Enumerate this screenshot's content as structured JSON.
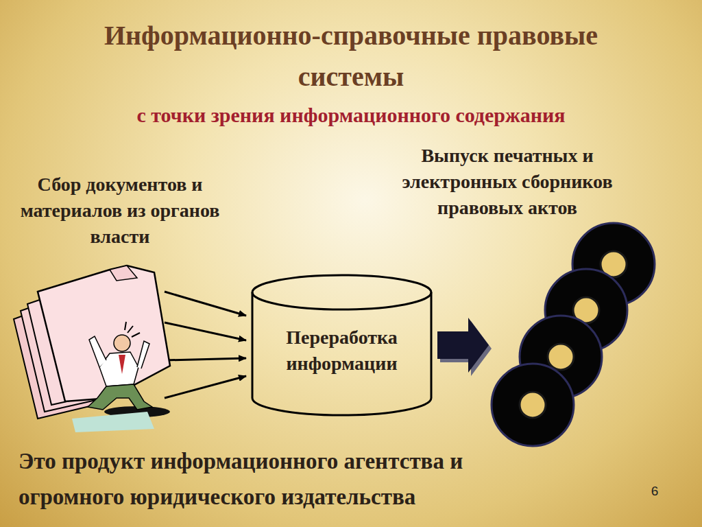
{
  "diagram": {
    "title": "Информационно-справочные правовые системы",
    "caption": "Это продукт информационного агентства и огромного юридического издательства",
    "nodes": [
      {
        "text": [
          "Сбор документов и материалов из органов власти"
        ]
      },
      {
        "text": [
          "Переработка информации"
        ]
      },
      {
        "text": [
          "Выпуск печатных и электронных сборников правовых актов"
        ]
      }
    ],
    "edges": [
      {
        "from": 0,
        "to": 1,
        "arrow": "to"
      },
      {
        "from": 1,
        "to": 2,
        "arrow": "to"
      }
    ],
    "labels": [
      "с точки зрения информационного содержания",
      "6"
    ]
  }
}
